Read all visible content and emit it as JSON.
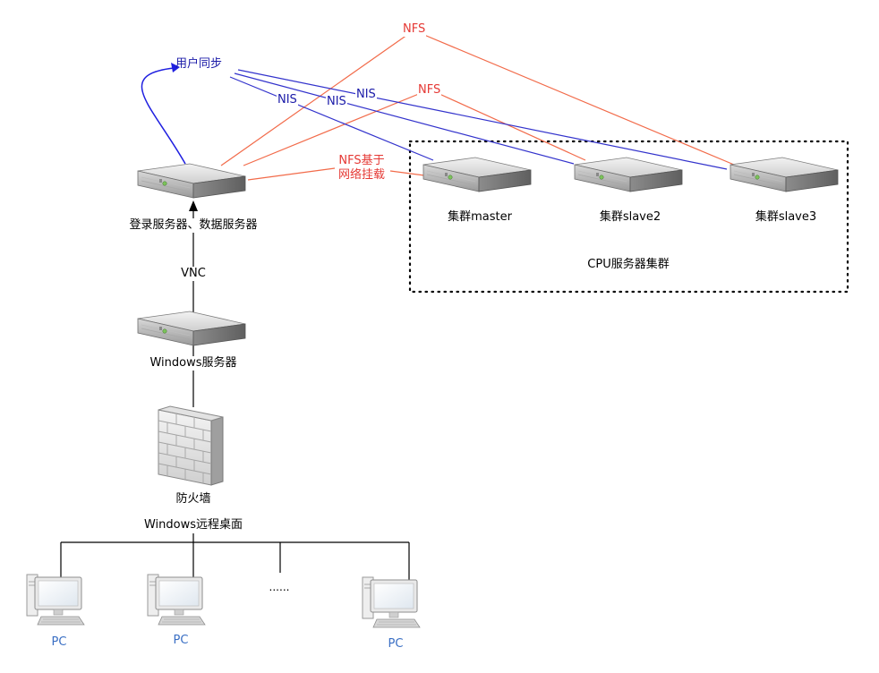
{
  "labels": {
    "login_server": "登录服务器、数据服务器",
    "vnc": "VNC",
    "windows_server": "Windows服务器",
    "firewall": "防火墙",
    "remote_desktop": "Windows远程桌面",
    "pc1": "PC",
    "pc2": "PC",
    "pc3": "PC",
    "ellipsis": "......",
    "user_sync": "用户同步",
    "nis1": "NIS",
    "nis2": "NIS",
    "nis3": "NIS",
    "nfs_top": "NFS",
    "nfs_mid": "NFS",
    "nfs_mount": "NFS基于\n网络挂载",
    "cluster_master": "集群master",
    "cluster_slave2": "集群slave2",
    "cluster_slave3": "集群slave3",
    "cpu_cluster": "CPU服务器集群"
  },
  "colors": {
    "nfs_line": "#f26b4a",
    "nis_line": "#3333cc",
    "sync_arrow": "#1f1fe0",
    "black_line": "#000000",
    "label_red": "#e53935",
    "pc_label": "#3a6fc4"
  },
  "icons": {
    "server": "rack-server-icon",
    "firewall": "brick-firewall-icon",
    "pc": "desktop-pc-icon"
  }
}
